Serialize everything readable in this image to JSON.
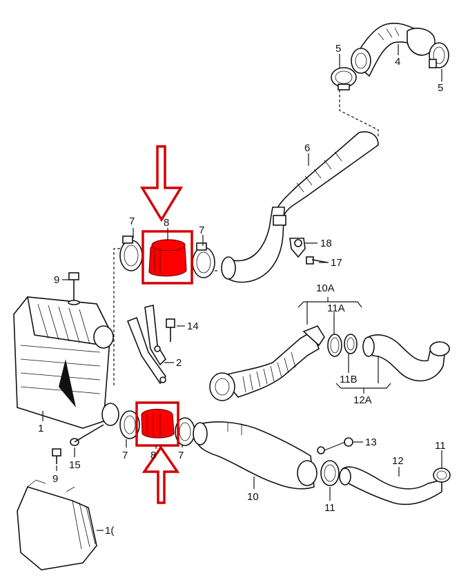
{
  "colors": {
    "highlight": "#ff0000",
    "highlight_box": "#d40000",
    "line": "#111111",
    "background": "#ffffff"
  },
  "labels": {
    "l1": "1",
    "l2": "2",
    "l4": "4",
    "l5a": "5",
    "l5b": "5",
    "l6": "6",
    "l7a": "7",
    "l7b": "7",
    "l7c": "7",
    "l7d": "7",
    "l8a": "8",
    "l8b": "8",
    "l9a": "9",
    "l9b": "9",
    "l10": "10",
    "l10a": "10A",
    "l11a": "11A",
    "l11b": "11B",
    "l11c": "11",
    "l11d": "11",
    "l12": "12",
    "l12a": "12A",
    "l13": "13",
    "l14": "14",
    "l15": "15",
    "l16": "1(",
    "l17": "17",
    "l18": "18"
  }
}
